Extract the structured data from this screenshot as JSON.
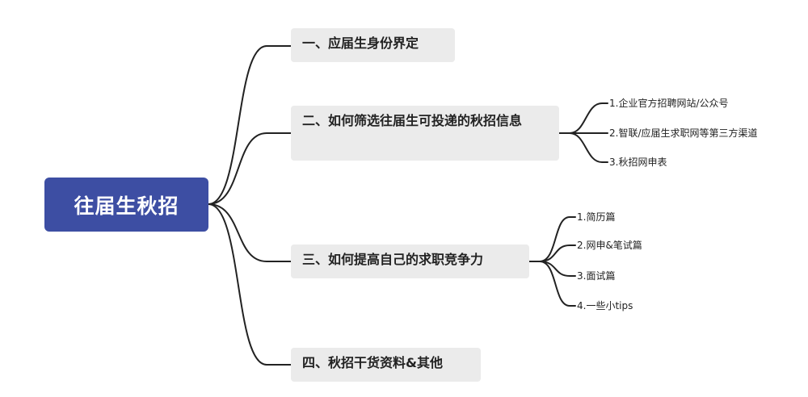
{
  "colors": {
    "root_bg": "#3d4ea3",
    "root_text": "#ffffff",
    "branch_bg": "#ebebeb",
    "line": "#222222"
  },
  "root": {
    "label": "往届生秋招"
  },
  "branches": [
    {
      "label": "一、应届生身份界定",
      "children": []
    },
    {
      "label": "二、如何筛选往届生可投递的秋招信息",
      "children": [
        "1.企业官方招聘网站/公众号",
        "2.智联/应届生求职网等第三方渠道",
        "3.秋招网申表"
      ]
    },
    {
      "label": "三、如何提高自己的求职竞争力",
      "children": [
        "1.简历篇",
        "2.网申&笔试篇",
        "3.面试篇",
        "4.一些小tips"
      ]
    },
    {
      "label": "四、秋招干货资料&其他",
      "children": []
    }
  ]
}
